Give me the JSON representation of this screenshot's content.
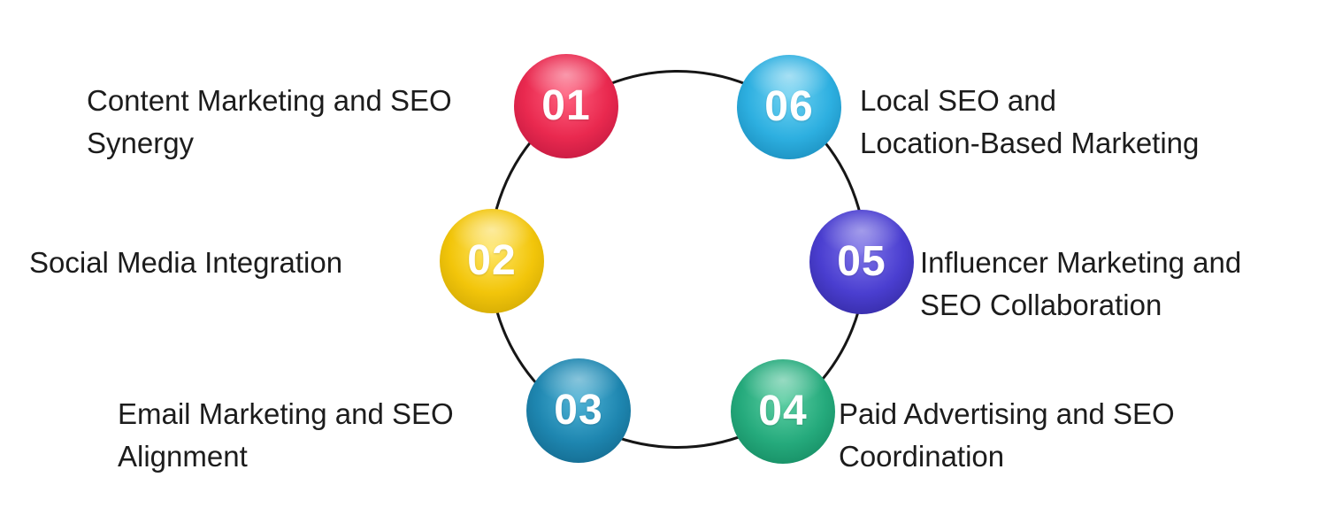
{
  "diagram": {
    "type": "circular-cycle",
    "background_color": "#ffffff",
    "ring_color": "#161616",
    "text_color": "#1c1c1c",
    "number_text_color": "#ffffff",
    "steps": [
      {
        "number": "01",
        "label": "Content Marketing and SEO Synergy",
        "line1": "Content Marketing and SEO",
        "line2": "Synergy",
        "color": "#e9294f",
        "position": "top-left",
        "label_side": "left"
      },
      {
        "number": "02",
        "label": "Social Media Integration",
        "line1": "Social Media Integration",
        "line2": "",
        "color": "#f2c50a",
        "position": "middle-left",
        "label_side": "left"
      },
      {
        "number": "03",
        "label": "Email Marketing and SEO Alignment",
        "line1": "Email Marketing and SEO",
        "line2": "Alignment",
        "color": "#1e86b0",
        "position": "bottom-left",
        "label_side": "left"
      },
      {
        "number": "04",
        "label": "Paid Advertising and SEO Coordination",
        "line1": "Paid Advertising and SEO",
        "line2": "Coordination",
        "color": "#25aa7c",
        "position": "bottom-right",
        "label_side": "right"
      },
      {
        "number": "05",
        "label": "Influencer Marketing and SEO Collaboration",
        "line1": "Influencer Marketing and",
        "line2": "SEO Collaboration",
        "color": "#4a3ed0",
        "position": "middle-right",
        "label_side": "right"
      },
      {
        "number": "06",
        "label": "Local SEO and Location-Based Marketing",
        "line1": "Local SEO and",
        "line2": "Location-Based Marketing",
        "color": "#2dafe0",
        "position": "top-right",
        "label_side": "right"
      }
    ]
  }
}
